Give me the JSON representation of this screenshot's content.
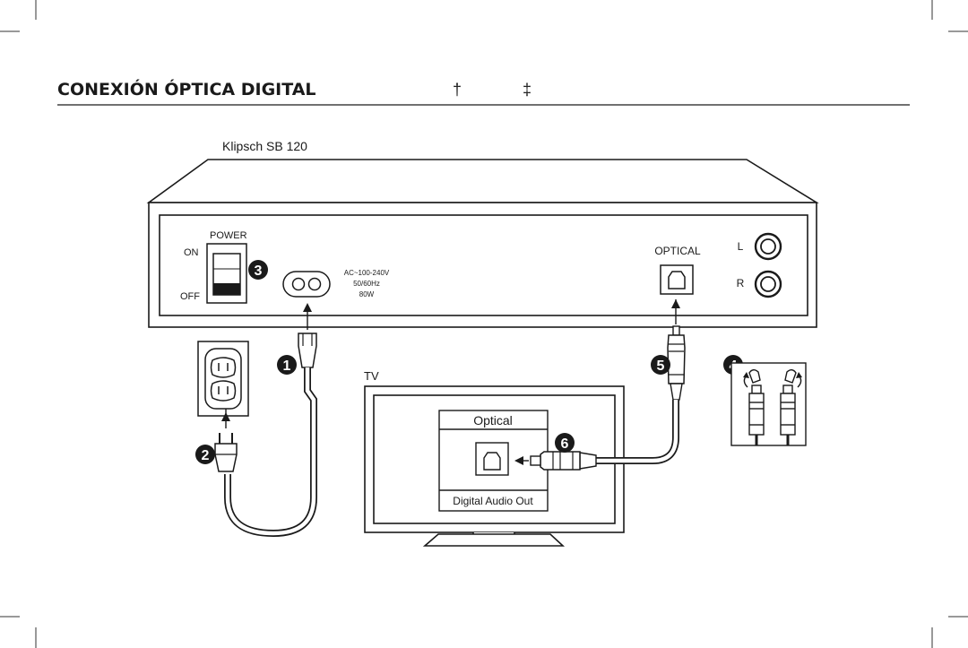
{
  "page": {
    "title": "CONEXIÓN ÓPTICA DIGITAL",
    "symbol_dagger": "†",
    "symbol_double_dagger": "‡"
  },
  "device": {
    "model_label": "Klipsch SB 120",
    "power_label": "POWER",
    "on_label": "ON",
    "off_label": "OFF",
    "voltage_label": "AC~100-240V",
    "frequency_label": "50/60Hz",
    "wattage_label": "80W",
    "optical_label": "OPTICAL",
    "left_label": "L",
    "right_label": "R"
  },
  "tv": {
    "label": "TV",
    "optical_label": "Optical",
    "digital_out_label": "Digital Audio Out"
  },
  "steps": {
    "step1": "1",
    "step2": "2",
    "step3": "3",
    "step4": "4",
    "step5": "5",
    "step6": "6"
  }
}
